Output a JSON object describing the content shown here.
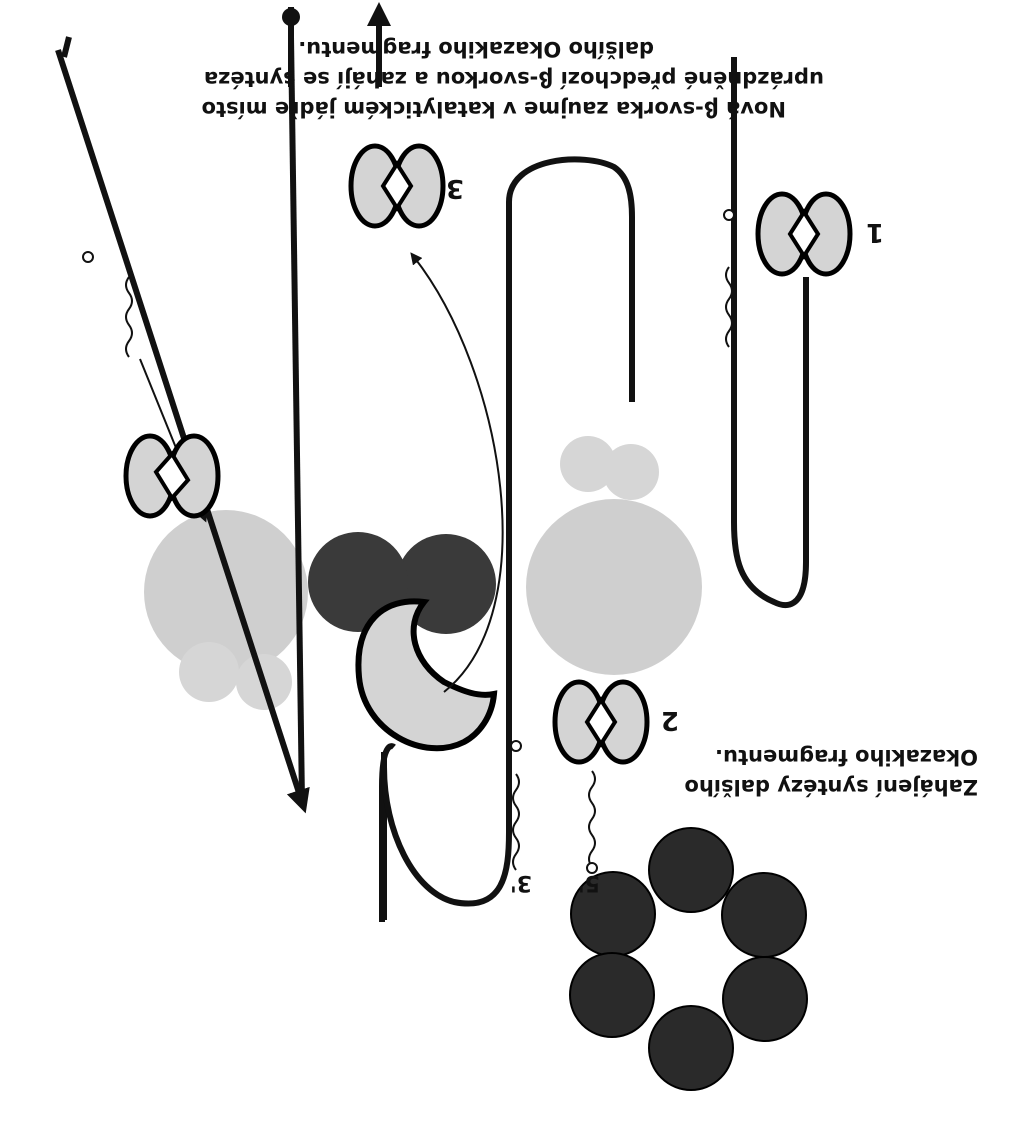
{
  "caption_top": [
    "Nová β-svorka zaujme v katalytickém jádře místo",
    "uprázdněné předchozí β-svorkou a zahájí se syntéza",
    "dalšího Okazakiho fragmentu."
  ],
  "caption_step2": [
    "Zahájení syntézy dalšího",
    "Okazakiho fragmentu."
  ],
  "labels": {
    "step1": "1",
    "step2": "2",
    "step3": "3",
    "end5": "5'",
    "end3": "3'"
  },
  "colors": {
    "background": "#ffffff",
    "line": "#111111",
    "light_gray": "#cfcfcf",
    "dark_gray": "#3a3a3a",
    "helicase": "#2a2a2a"
  }
}
